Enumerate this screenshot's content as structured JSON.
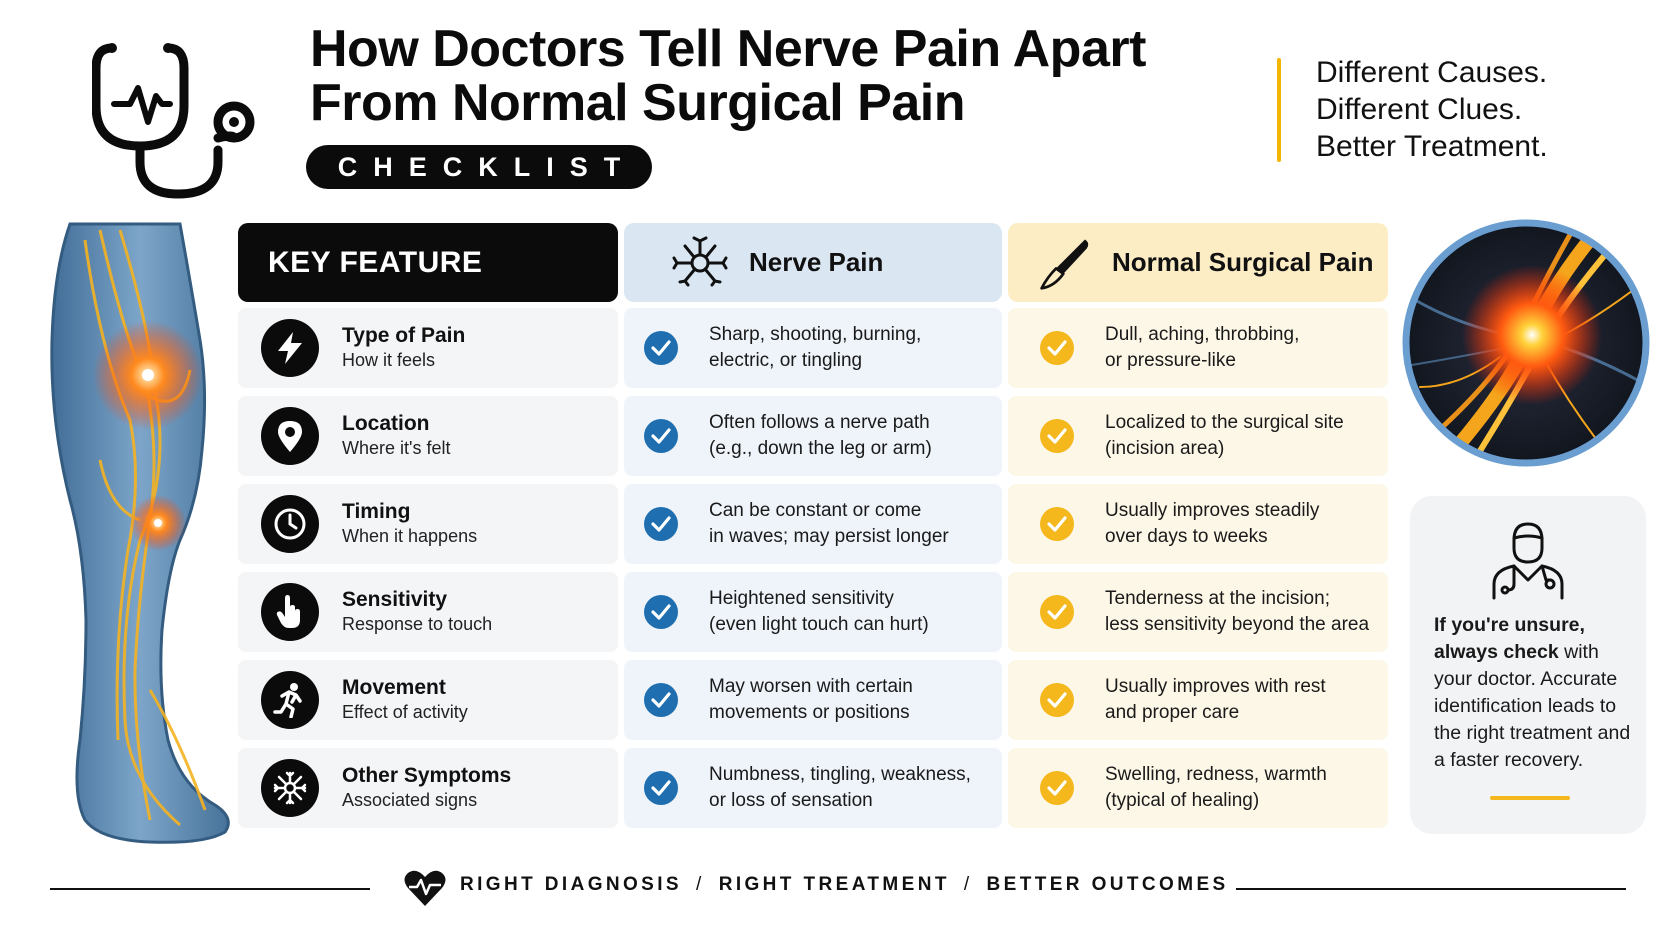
{
  "header": {
    "title": "How Doctors Tell Nerve Pain Apart\nFrom Normal Surgical Pain",
    "badge": "CHECKLIST",
    "tagline": [
      "Different Causes.",
      "Different Clues.",
      "Better Treatment."
    ],
    "logo_icon": "stethoscope-heartbeat-icon"
  },
  "table": {
    "headers": {
      "key": "KEY FEATURE",
      "nerve": "Nerve Pain",
      "surgical": "Normal Surgical Pain",
      "nerve_icon": "neuron-icon",
      "surgical_icon": "scalpel-icon"
    },
    "rows": [
      {
        "title": "Type of Pain",
        "subtitle": "How it feels",
        "icon": "lightning-icon",
        "nerve": "Sharp, shooting, burning,\nelectric, or tingling",
        "surgical": "Dull, aching, throbbing,\nor pressure-like"
      },
      {
        "title": "Location",
        "subtitle": "Where it's felt",
        "icon": "location-pin-icon",
        "nerve": "Often follows a nerve path\n(e.g., down the leg or arm)",
        "surgical": "Localized to the surgical site\n(incision area)"
      },
      {
        "title": "Timing",
        "subtitle": "When it happens",
        "icon": "clock-icon",
        "nerve": "Can be constant or come\nin waves; may persist longer",
        "surgical": "Usually improves steadily\nover days to weeks"
      },
      {
        "title": "Sensitivity",
        "subtitle": "Response to touch",
        "icon": "touch-hand-icon",
        "nerve": "Heightened sensitivity\n(even light touch can hurt)",
        "surgical": "Tenderness at the incision;\nless sensitivity beyond the area"
      },
      {
        "title": "Movement",
        "subtitle": "Effect of activity",
        "icon": "running-person-icon",
        "nerve": "May worsen with certain\nmovements or positions",
        "surgical": "Usually improves with rest\nand proper care"
      },
      {
        "title": "Other Symptoms",
        "subtitle": "Associated signs",
        "icon": "nerve-burst-icon",
        "nerve": "Numbness, tingling, weakness,\nor loss of sensation",
        "surgical": "Swelling, redness, warmth\n(typical of healing)"
      }
    ]
  },
  "advice": {
    "bold": "If you're unsure, always check",
    "rest": " with your doctor. Accurate identification leads to the right treatment and a faster recovery.",
    "icon": "doctor-icon"
  },
  "footer": {
    "items": [
      "RIGHT DIAGNOSIS",
      "RIGHT TREATMENT",
      "BETTER OUTCOMES"
    ],
    "separator": "/",
    "icon": "heart-pulse-icon"
  },
  "colors": {
    "black": "#0b0b0b",
    "nerve_blue": "#1f6fb0",
    "nerve_header_bg": "#dae7f3",
    "surgical_gold": "#f4b81d",
    "surgical_header_bg": "#fcedc5",
    "accent_yellow": "#f2b600"
  }
}
